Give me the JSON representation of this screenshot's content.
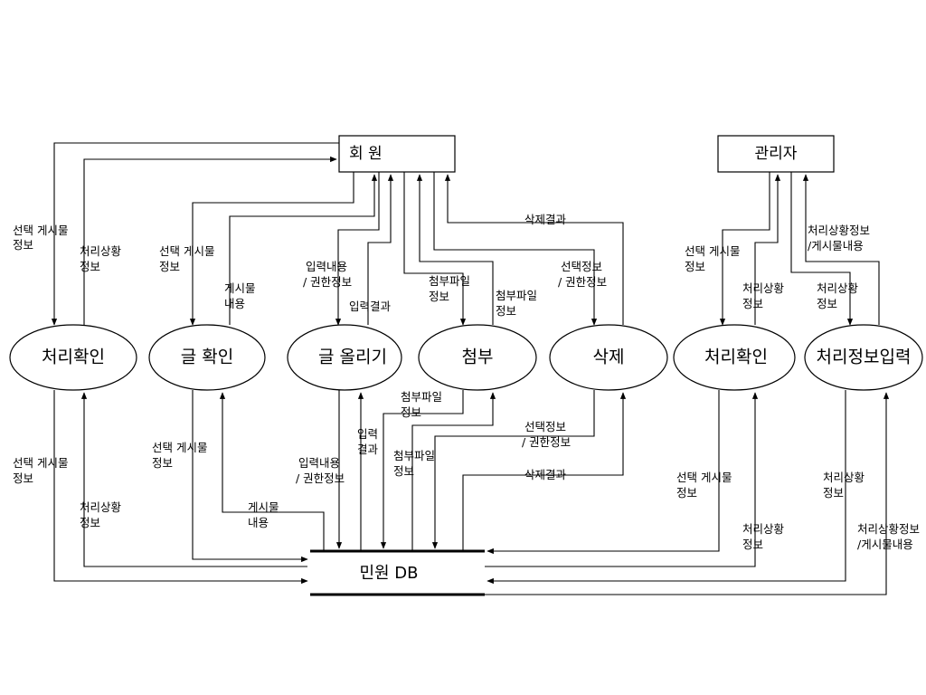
{
  "entities": {
    "member": "회 원",
    "admin": "관리자"
  },
  "processes": {
    "process_check_left": "처리확인",
    "post_view": "글 확인",
    "post_upload": "글 올리기",
    "attach": "첨부",
    "delete": "삭제",
    "process_check_right": "처리확인",
    "process_info_input": "처리정보입력"
  },
  "datastore": {
    "label": "민원 DB"
  },
  "flow_labels": {
    "l1": [
      "선택 게시물",
      "정보"
    ],
    "l2": [
      "처리상황",
      "정보"
    ],
    "l3": [
      "선택 게시물",
      "정보"
    ],
    "l4": [
      "게시물",
      "내용"
    ],
    "l5": [
      "입력내용",
      "/ 권한정보"
    ],
    "l6": [
      "입력결과"
    ],
    "l7": [
      "첨부파일",
      "정보"
    ],
    "l8": [
      "첨부파일",
      "정보"
    ],
    "l9": [
      "삭제결과"
    ],
    "l10": [
      "선택정보",
      "/ 권한정보"
    ],
    "l11": [
      "선택 게시물",
      "정보"
    ],
    "l12": [
      "처리상황",
      "정보"
    ],
    "l13": [
      "처리상황정보",
      "/게시물내용"
    ],
    "l14": [
      "처리상황",
      "정보"
    ],
    "l15": [
      "선택 게시물",
      "정보"
    ],
    "l16": [
      "처리상황",
      "정보"
    ],
    "l17": [
      "선택 게시물",
      "정보"
    ],
    "l18": [
      "게시물",
      "내용"
    ],
    "l19": [
      "입력내용",
      "/ 권한정보"
    ],
    "l20": [
      "입력",
      "결과"
    ],
    "l21": [
      "첨부파일",
      "정보"
    ],
    "l22": [
      "첨부파일",
      "정보"
    ],
    "l23": [
      "선택정보",
      "/ 권한정보"
    ],
    "l24": [
      "삭제결과"
    ],
    "l25": [
      "선택 게시물",
      "정보"
    ],
    "l26": [
      "처리상황",
      "정보"
    ],
    "l27": [
      "처리상황",
      "정보"
    ],
    "l28": [
      "처리상황정보",
      "/게시물내용"
    ]
  }
}
